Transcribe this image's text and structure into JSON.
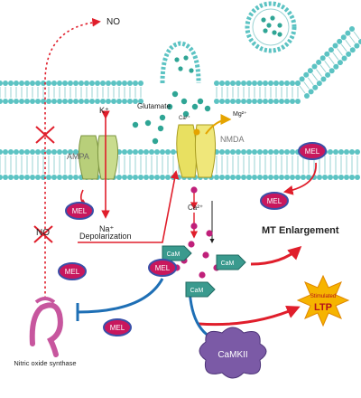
{
  "labels": {
    "no_top": "NO",
    "no_left": "NO",
    "k_plus": "K⁺",
    "glutamate": "Glutamate",
    "ca_2plus_small": "Ca²⁺",
    "mg_2plus": "Mg²⁺",
    "ampa": "AMPA",
    "nmda": "NMDA",
    "na_plus": "Na⁺",
    "depolarization": "Depolarization",
    "ca_2plus": "Ca²⁺",
    "mt_enlargement": "MT Enlargement",
    "nos": "Nitric oxide synthase",
    "camkii": "CaMKII",
    "ltp_small": "Stimulated",
    "ltp": "LTP"
  },
  "mel_label": "MEL",
  "cam_label": "CaM",
  "colors": {
    "membrane_head": "#5cc3c3",
    "membrane_tail": "#9ad3d3",
    "ampa": "#b8cf7a",
    "nmda": "#e8e061",
    "mel_fill": "#c8175d",
    "mel_border": "#3a4fa8",
    "cam": "#3a9a8e",
    "arrow_red": "#e01e2b",
    "arrow_blue": "#1e6fb5",
    "camkii": "#7b5aa6",
    "nos": "#c7569e",
    "ltp_star": "#f6b400",
    "calcium": "#c0207a",
    "vesicle": "#2fa595"
  }
}
